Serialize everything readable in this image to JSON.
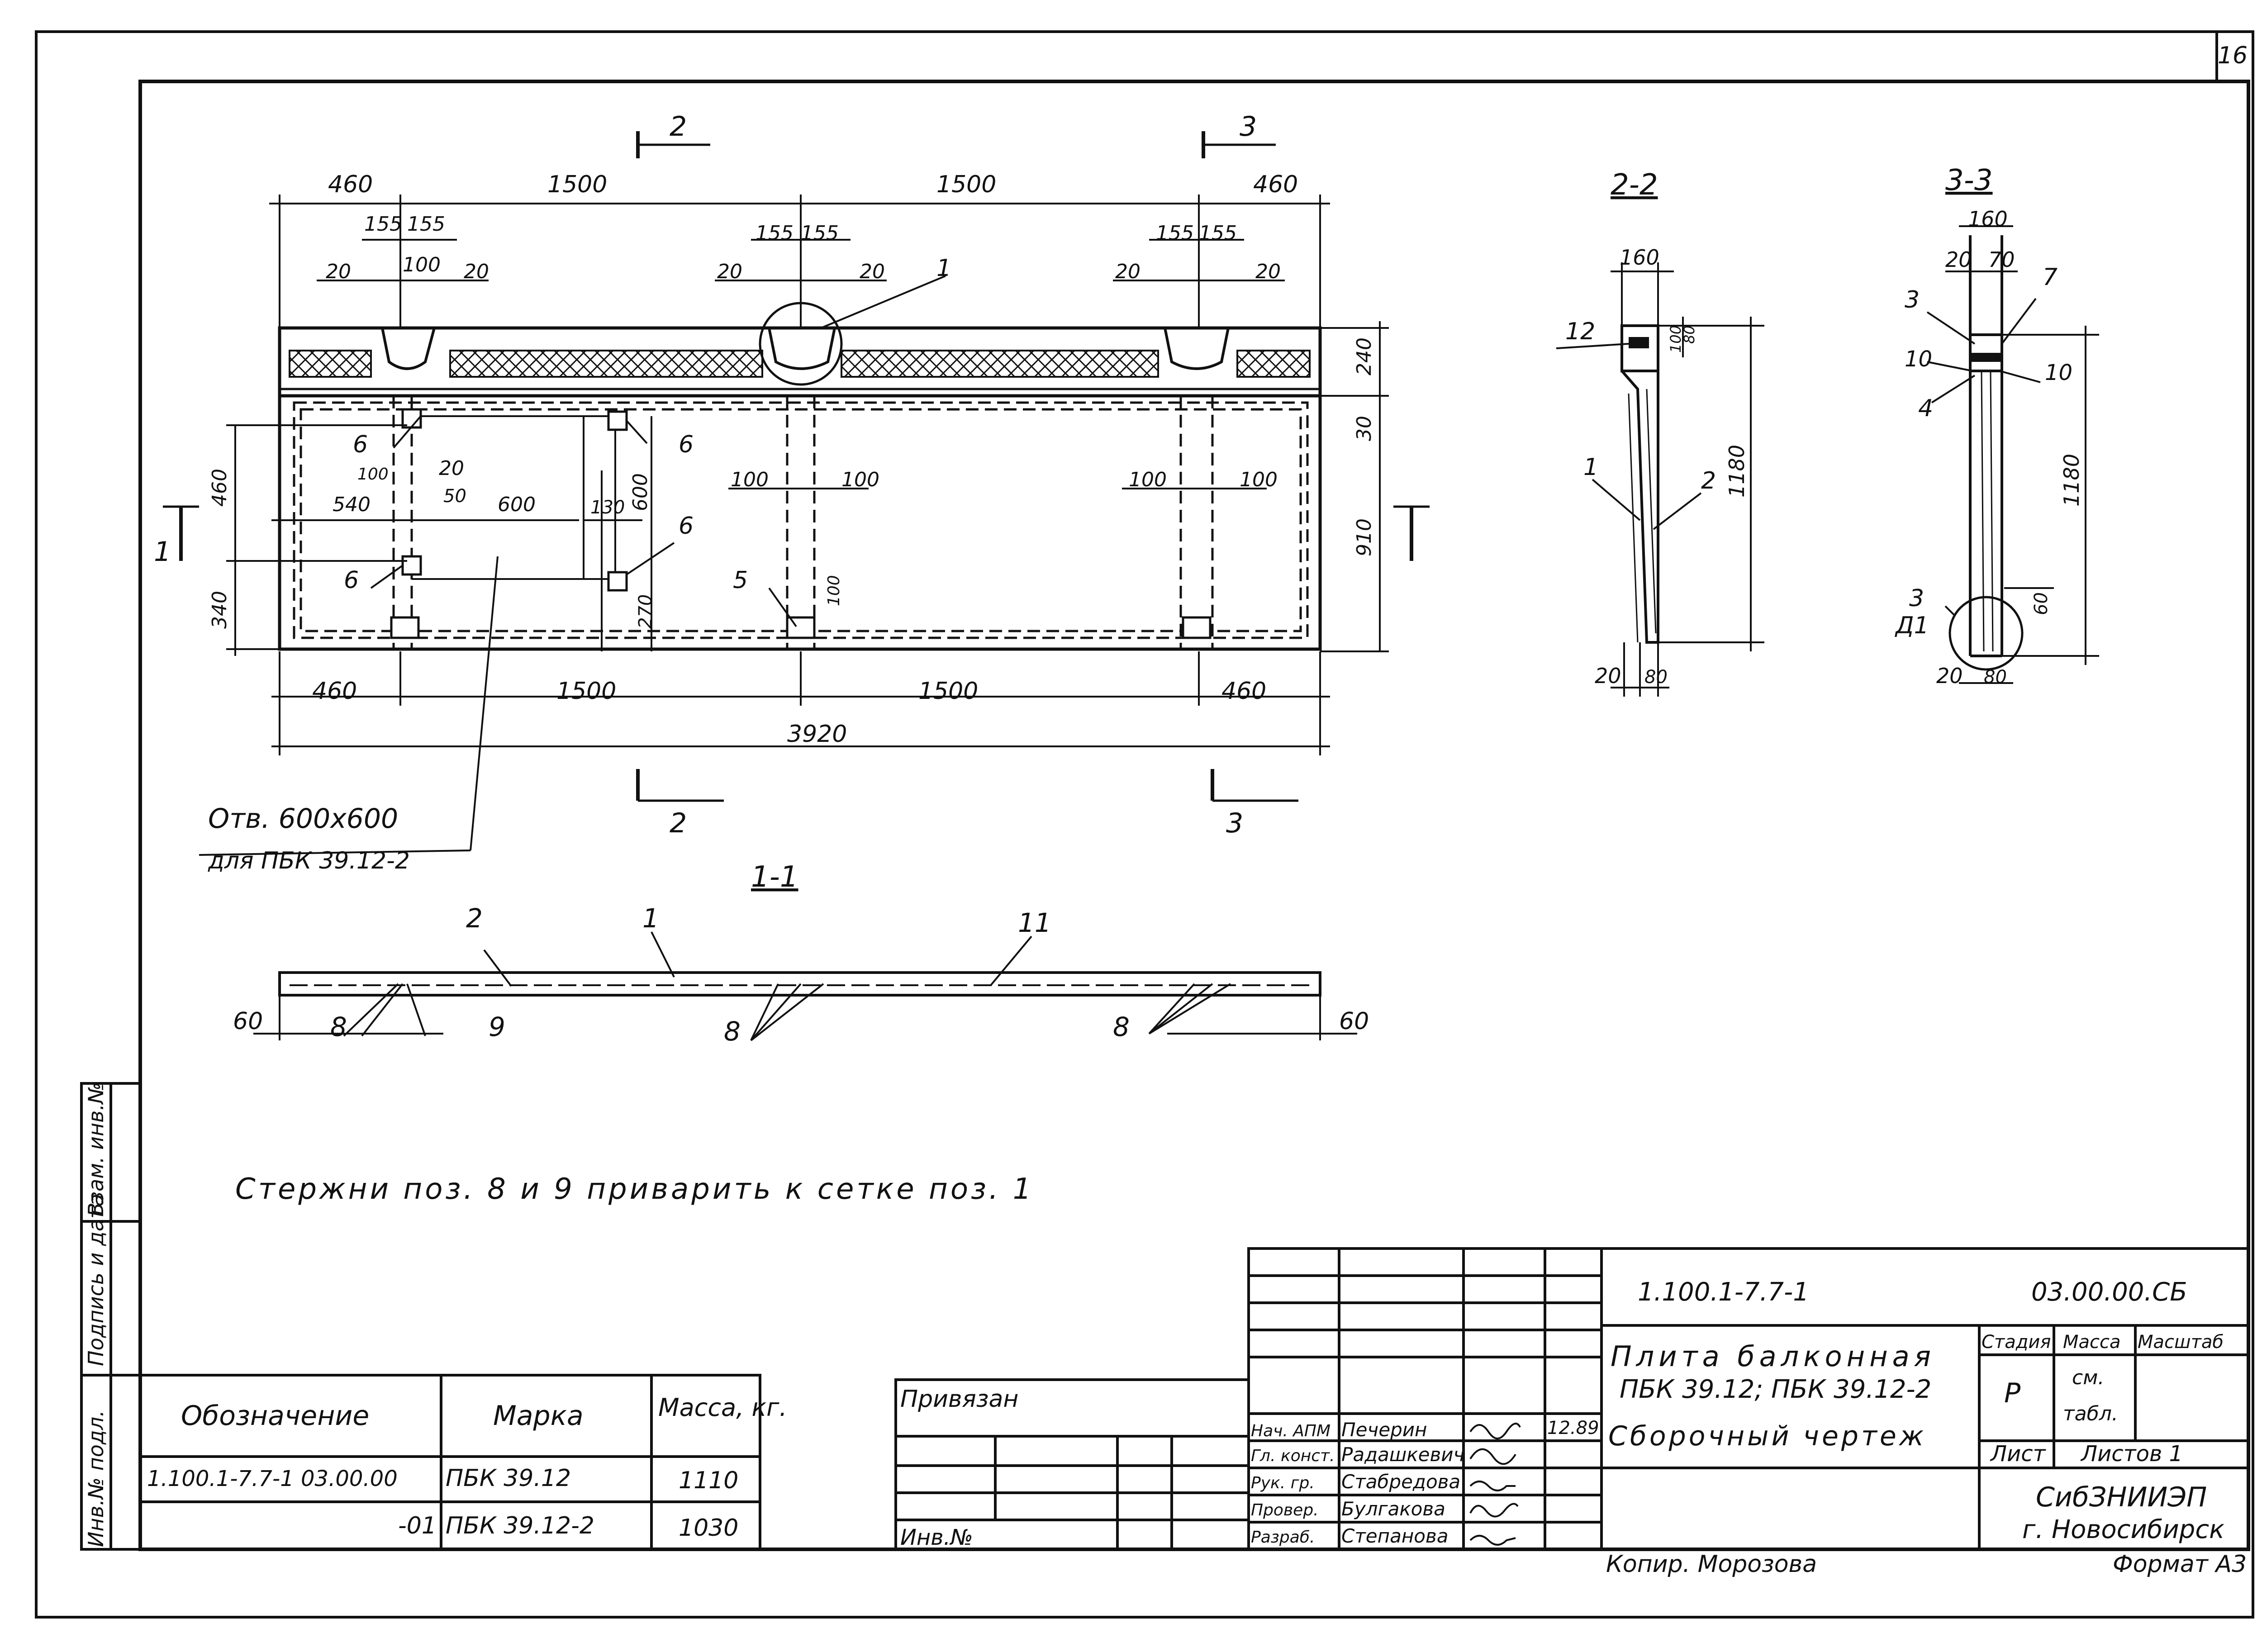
{
  "page_number": "16",
  "sections": {
    "s2": "2",
    "s3": "3",
    "s1": "1",
    "title_22": "2-2",
    "title_33": "3-3",
    "title_11": "1-1"
  },
  "plan": {
    "top_dims": [
      "460",
      "1500",
      "1500",
      "460"
    ],
    "dim_155": "155",
    "dim_100": "100",
    "dim_20": "20",
    "dim_240": "240",
    "dim_30": "30",
    "dim_910": "910",
    "dim_460": "460",
    "dim_340": "340",
    "dim_540": "540",
    "dim_600": "600",
    "dim_130": "130",
    "dim_270": "270",
    "dim_50": "50",
    "bottom_dims": [
      "460",
      "1500",
      "1500",
      "460"
    ],
    "total": "3920",
    "labels": {
      "l1": "1",
      "l5": "5",
      "l6": "6"
    },
    "opening_note_1": "Отв. 600х600",
    "opening_note_2": "для ПБК 39.12-2"
  },
  "sec22": {
    "dim_160": "160",
    "dim_100": "100",
    "dim_80": "80",
    "dim_1180": "1180",
    "dim_20": "20",
    "dim_bottom_80": "80",
    "labels": {
      "p12": "12",
      "p1": "1",
      "p2": "2"
    }
  },
  "sec33": {
    "dim_160": "160",
    "dim_20": "20",
    "dim_70": "70",
    "dim_1180": "1180",
    "dim_60": "60",
    "dim_bottom_20": "20",
    "dim_bottom_80": "80",
    "labels": {
      "p3": "3",
      "p7": "7",
      "p10a": "10",
      "p10b": "10",
      "p4": "4",
      "p3b": "3",
      "d1": "Д1"
    }
  },
  "sec11": {
    "dim_60_left": "60",
    "dim_60_right": "60",
    "labels": {
      "p2": "2",
      "p1": "1",
      "p11": "11",
      "p8a": "8",
      "p9": "9",
      "p8b": "8",
      "p8c": "8"
    }
  },
  "note": "Стержни поз. 8 и 9 приварить к сетке поз. 1",
  "spec_table": {
    "headers": [
      "Обозначение",
      "Марка",
      "Масса, кг."
    ],
    "rows": [
      {
        "designation": "1.100.1-7.7-1 03.00.00",
        "mark": "ПБК 39.12",
        "mass": "1110"
      },
      {
        "designation": "-01",
        "mark": "ПБК 39.12-2",
        "mass": "1030"
      }
    ]
  },
  "side_stamp": {
    "a": "Инв.№ подл.",
    "b": "Подпись и дата",
    "c": "Взам. инв.№"
  },
  "privyazan": {
    "title": "Привязан",
    "inv": "Инв.№"
  },
  "title_block": {
    "doc_code": "1.100.1-7.7-1",
    "doc_number": "03.00.00.СБ",
    "name_line1": "Плита балконная",
    "name_line2": "ПБК 39.12; ПБК 39.12-2",
    "name_line3": "Сборочный чертеж",
    "date": "12.89",
    "roles": [
      {
        "role": "Нач. АПМ",
        "name": "Печерин"
      },
      {
        "role": "Гл. конст.",
        "name": "Радашкевич"
      },
      {
        "role": "Рук. гр.",
        "name": "Стабредова"
      },
      {
        "role": "Провер.",
        "name": "Булгакова"
      },
      {
        "role": "Разраб.",
        "name": "Степанова"
      }
    ],
    "stage_header": "Стадия",
    "mass_header": "Масса",
    "scale_header": "Масштаб",
    "stage": "Р",
    "mass_1": "см.",
    "mass_2": "табл.",
    "sheet": "Лист",
    "sheets": "Листов 1",
    "org_1": "СибЗНИИЭП",
    "org_2": "г. Новосибирск"
  },
  "copied": "Копир. Морозова",
  "format": "Формат А3"
}
